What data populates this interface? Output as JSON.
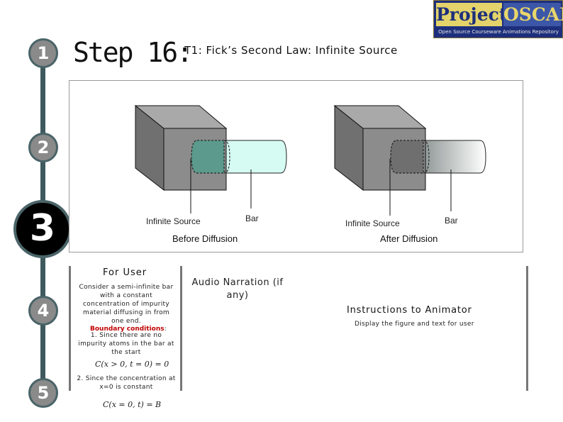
{
  "slide": {
    "step_title": "Step 16:",
    "subtitle": "T1:  Fick’s Second Law: Infinite Source"
  },
  "logo": {
    "word1": "Project",
    "word2": "OSCAR",
    "tagline": "Open Source Courseware Animations Repository"
  },
  "steps": [
    "1",
    "2",
    "3",
    "4",
    "5"
  ],
  "figure": {
    "before": {
      "source_label": "Infinite Source",
      "bar_label": "Bar",
      "caption": "Before Diffusion"
    },
    "after": {
      "source_label": "Infinite Source",
      "bar_label": "Bar",
      "caption": "After Diffusion"
    },
    "colors": {
      "bar_before": "#d6fbf2",
      "bar_after_start": "#5f6b69",
      "bar_after_end": "#ffffff",
      "cube_front": "#8c8c8c",
      "cube_top": "#a9a9a9",
      "cube_side": "#707070"
    }
  },
  "for_user": {
    "title": "For User",
    "intro": "Consider a semi-infinite bar with a constant concentration of impurity material diffusing in from one end.",
    "bc_title": "Boundary conditions",
    "bc_colon": ":",
    "bc1": "1. Since there are no impurity atoms in the bar at the start",
    "eq1": "C(x > 0, t = 0) = 0",
    "bc2": "2. Since the concentration at x=0 is constant",
    "eq2": "C(x = 0, t) = B"
  },
  "audio": {
    "title": "Audio Narration (if any)"
  },
  "instructions": {
    "title": "Instructions to Animator",
    "text": "Display the figure and text for user"
  }
}
